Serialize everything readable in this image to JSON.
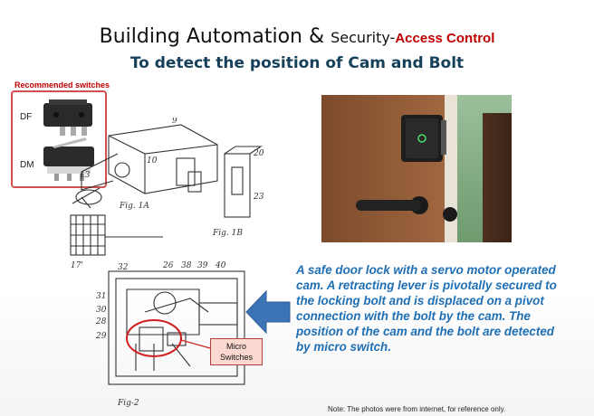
{
  "title": {
    "main": "Building Automation & ",
    "secondary": "Security-",
    "highlight": "Access Control",
    "subtitle": "To detect the position of Cam and Bolt"
  },
  "switches": {
    "heading": "Recommended switches",
    "items": [
      {
        "label": "DF"
      },
      {
        "label": "DM"
      }
    ]
  },
  "figure": {
    "micro_label_line1": "Micro",
    "micro_label_line2": "Switches"
  },
  "description": "A safe door lock with a servo motor operated cam. A retracting lever is pivotally secured to the locking bolt and is displaced on a pivot connection with the bolt by the cam. The position of the cam and the bolt are detected by micro switch.",
  "note": "Note:  The photos were from internet, for reference only.",
  "colors": {
    "accent_red": "#c00000",
    "subtitle_blue": "#17405a",
    "text_blue": "#1f6fb5",
    "arrow_blue": "#3d74b8"
  }
}
